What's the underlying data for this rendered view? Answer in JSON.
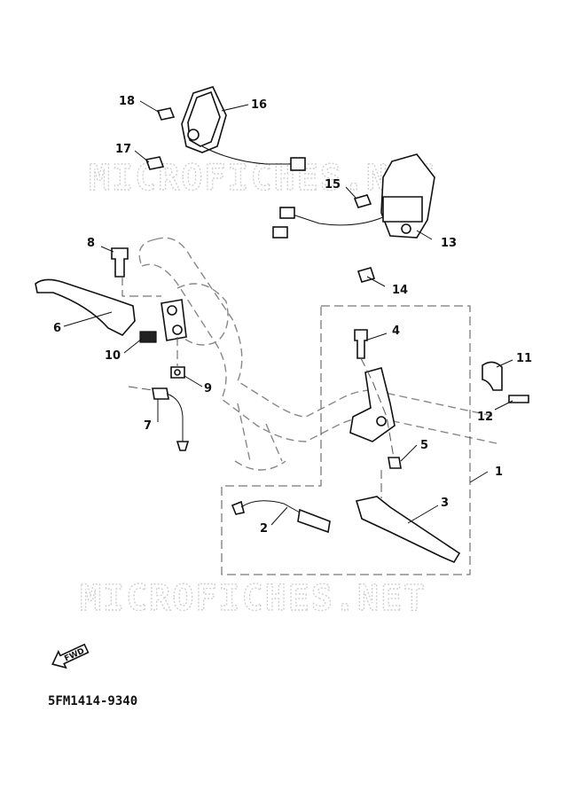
{
  "watermarks": [
    "MICROFICHES.NET",
    "MICROFICHES.NET"
  ],
  "part_labels": [
    "1",
    "2",
    "3",
    "4",
    "5",
    "6",
    "7",
    "8",
    "9",
    "10",
    "11",
    "12",
    "13",
    "14",
    "15",
    "16",
    "17",
    "18"
  ],
  "fwd_label": "FWD",
  "diagram_code": "5FM1414-9340"
}
